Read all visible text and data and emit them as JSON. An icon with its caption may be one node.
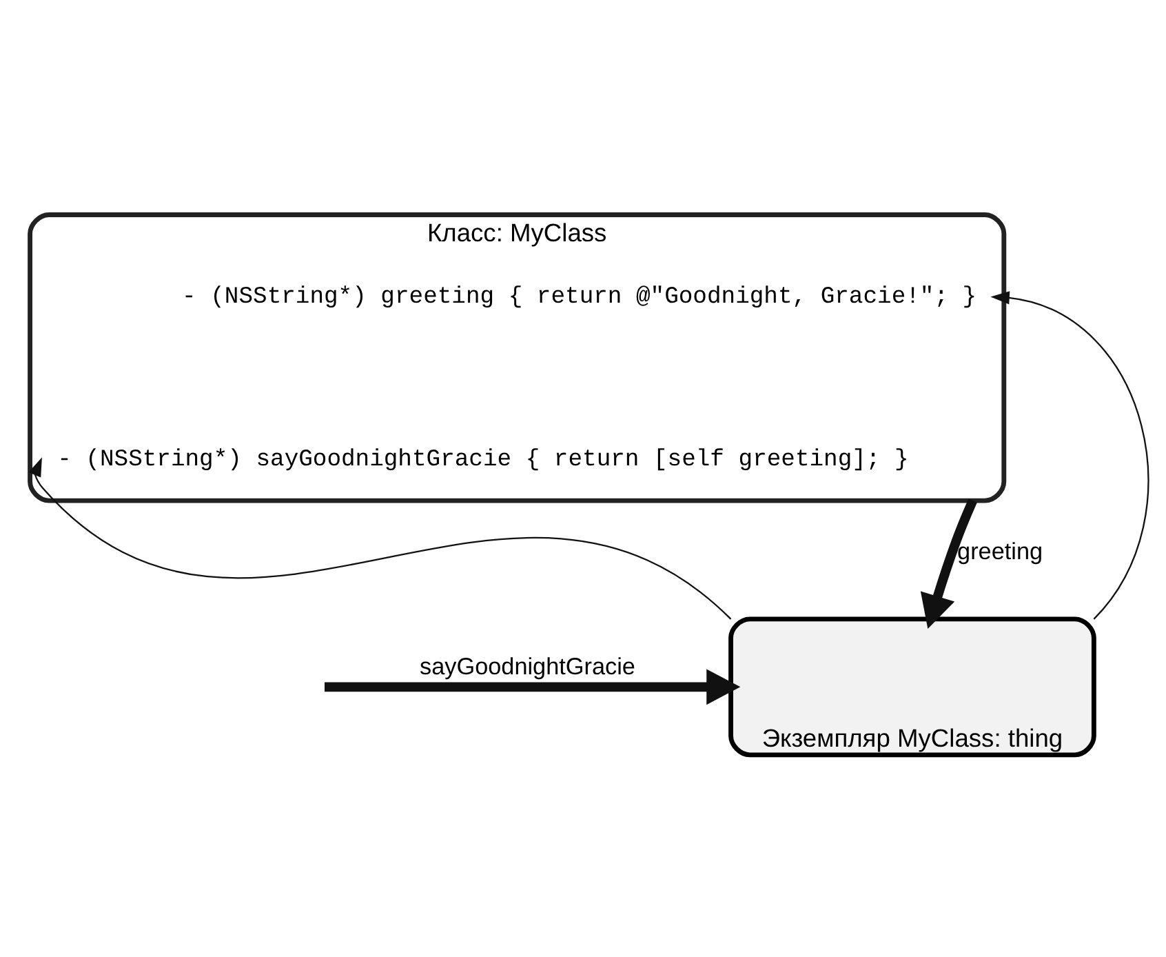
{
  "diagram": {
    "nodes": [
      {
        "text": [
          "Класс: MyClass"
        ]
      },
      {
        "text": [
          "- (NSString*) greeting { return @\"Goodnight, Gracie!\"; }"
        ],
        "in": 0
      },
      {
        "text": [
          "- (NSString*) sayGoodnightGracie { return [self greeting]; }"
        ],
        "in": 0
      },
      {
        "text": [
          "Экземпляр MyClass: thing"
        ]
      }
    ],
    "edges": [
      {
        "from": null,
        "to": 3,
        "arrow": "to",
        "label": "sayGoodnightGracie",
        "style": "thick"
      },
      {
        "from": 0,
        "to": 3,
        "arrow": "to",
        "label": "greeting",
        "style": "thick"
      },
      {
        "from": 3,
        "to": 2,
        "arrow": "to"
      },
      {
        "from": 3,
        "to": 1,
        "arrow": "to"
      }
    ]
  }
}
